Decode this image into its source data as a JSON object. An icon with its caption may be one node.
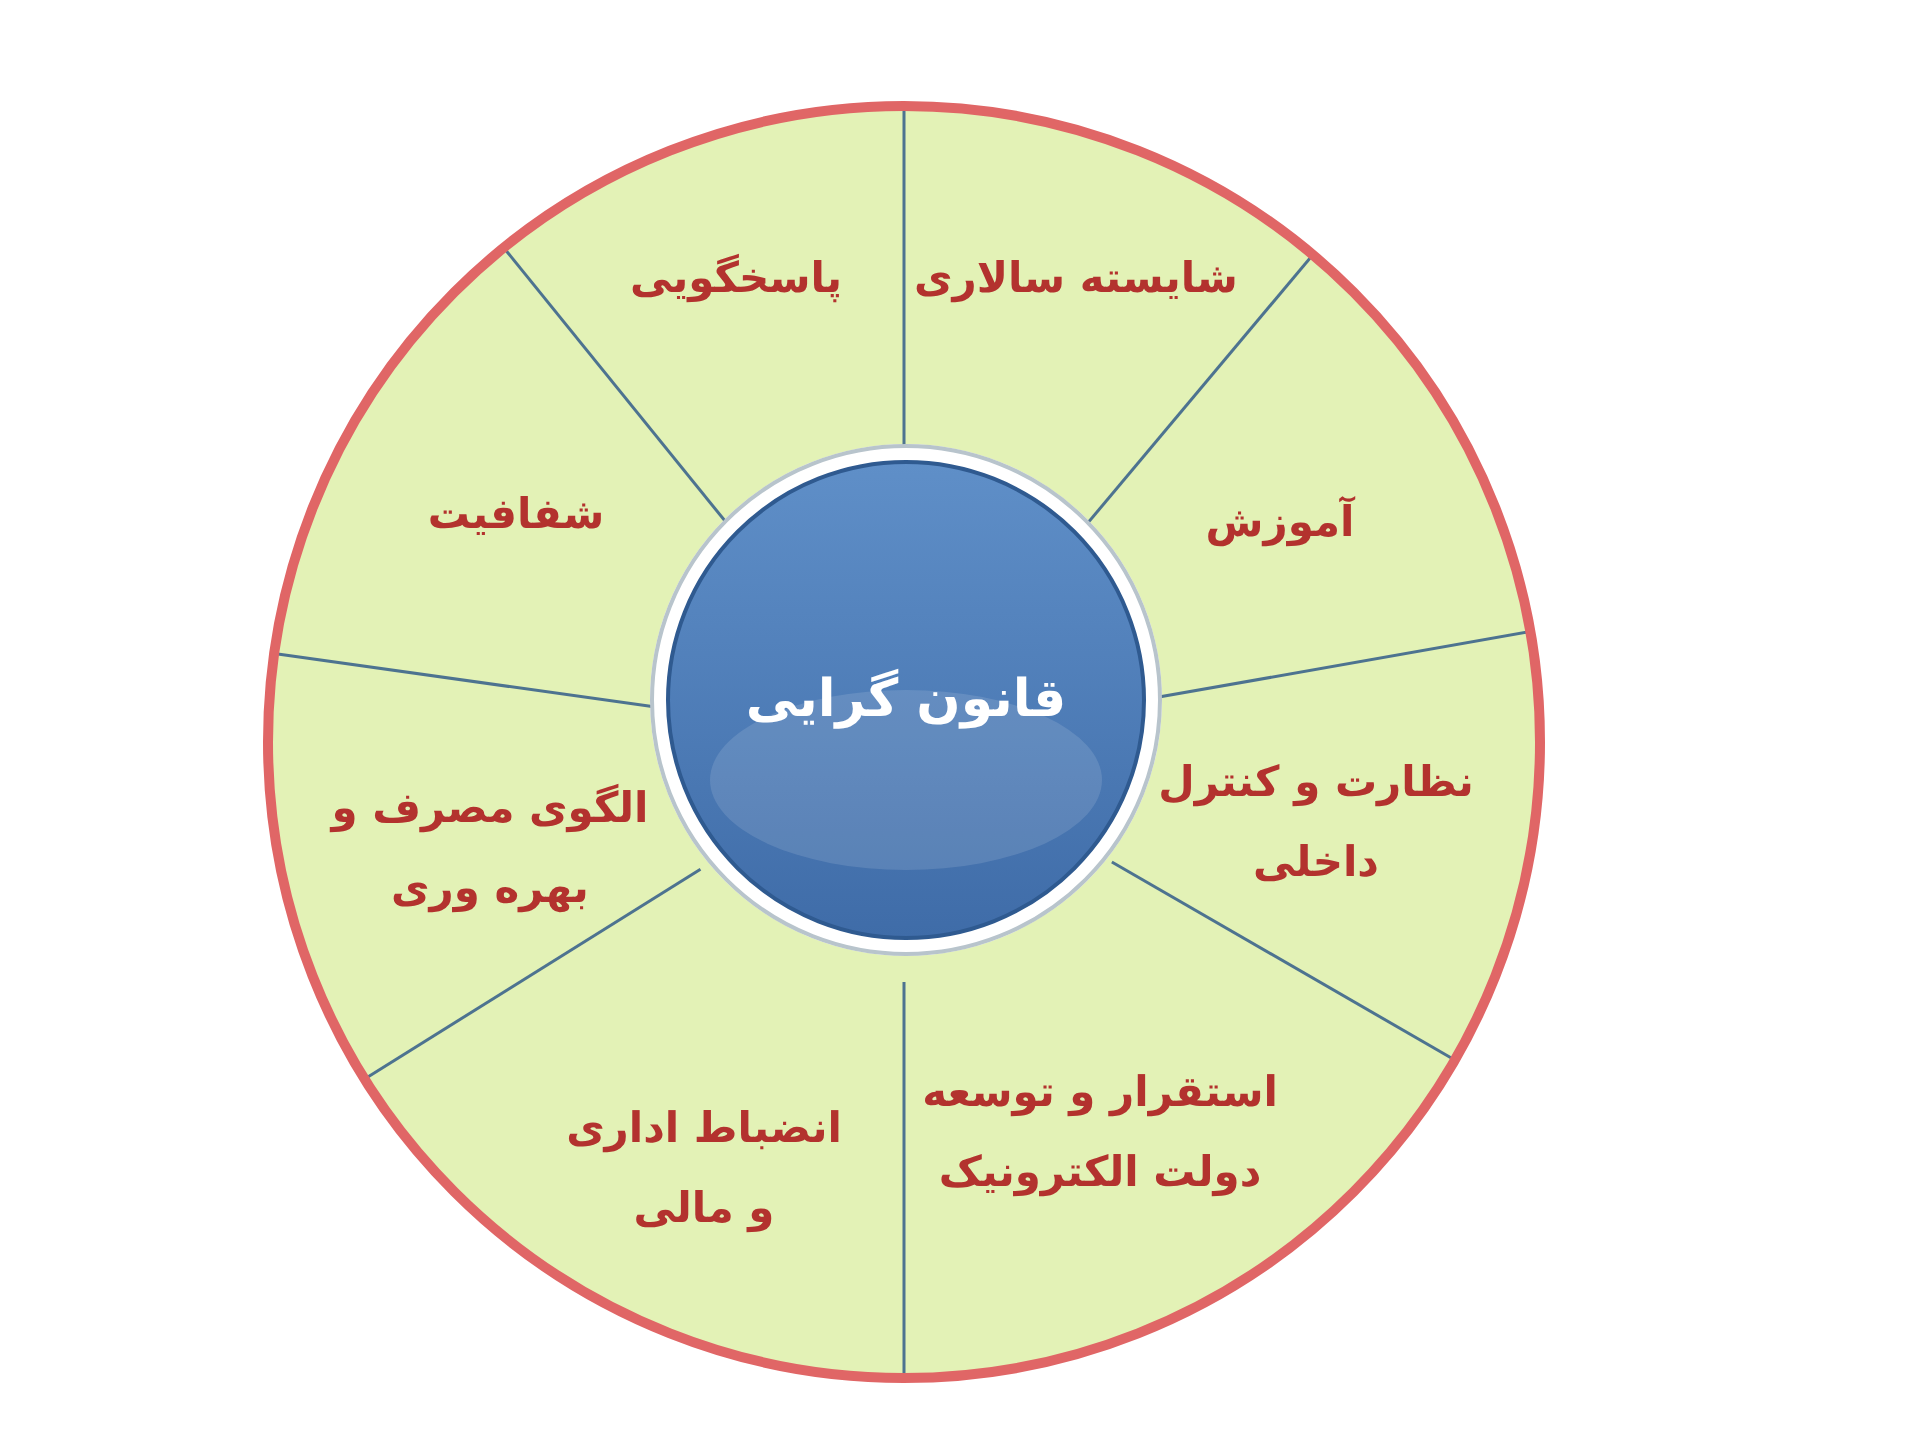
{
  "diagram": {
    "nodes": [
      {
        "text": [
          "قانون گرایی"
        ]
      },
      {
        "text": [
          "شایسته سالاری"
        ]
      },
      {
        "text": [
          "آموزش"
        ]
      },
      {
        "text": [
          "نظارت و کنترل داخلی"
        ]
      },
      {
        "text": [
          "استقرار و توسعه دولت الکترونیک"
        ]
      },
      {
        "text": [
          "انضباط اداری و مالی"
        ]
      },
      {
        "text": [
          "الگوی مصرف و بهره وری"
        ]
      },
      {
        "text": [
          "شفافیت"
        ]
      },
      {
        "text": [
          "پاسخگویی"
        ]
      }
    ]
  }
}
